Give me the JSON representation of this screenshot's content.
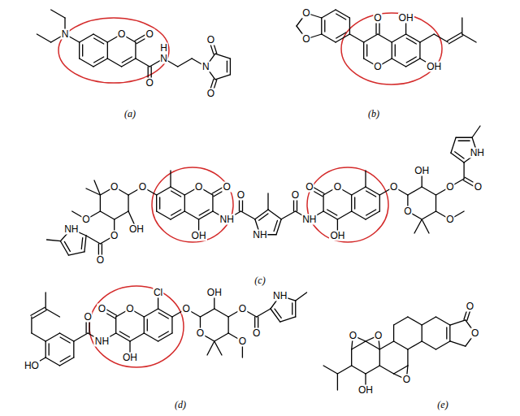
{
  "diagram": {
    "labels": [
      "N",
      "O",
      "O",
      "O",
      "H",
      "N",
      "N",
      "O",
      "O",
      "(a)",
      "O",
      "O",
      "O",
      "OH",
      "O",
      "OH",
      "(b)",
      "NH",
      "O",
      "O",
      "O",
      "OH",
      "O",
      "O",
      "O",
      "O",
      "OH",
      "NH",
      "O",
      "NH",
      "O",
      "NH",
      "O",
      "O",
      "OH",
      "O",
      "O",
      "OH",
      "O",
      "O",
      "NH",
      "O",
      "(c)",
      "HO",
      "O",
      "NH",
      "O",
      "O",
      "OH",
      "Cl",
      "O",
      "OH",
      "O",
      "O",
      "O",
      "NH",
      "O",
      "(d)",
      "O",
      "O",
      "O",
      "OH",
      "O",
      "O",
      "(e)"
    ]
  }
}
